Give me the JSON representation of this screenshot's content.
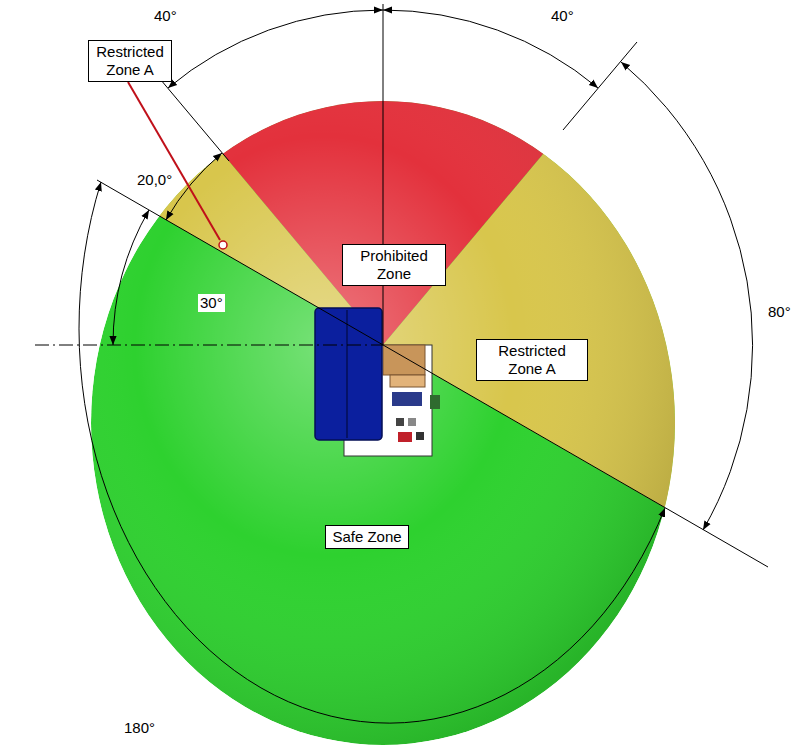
{
  "diagram": {
    "nodes": [
      {
        "text": [
          "Restricted Zone A"
        ]
      },
      {
        "text": [
          "Prohibited Zone"
        ]
      },
      {
        "text": [
          "Restricted Zone A"
        ]
      },
      {
        "text": [
          "Safe Zone"
        ]
      }
    ],
    "labels": [
      "40°",
      "40°",
      "20,0°",
      "30°",
      "80°",
      "180°"
    ]
  }
}
